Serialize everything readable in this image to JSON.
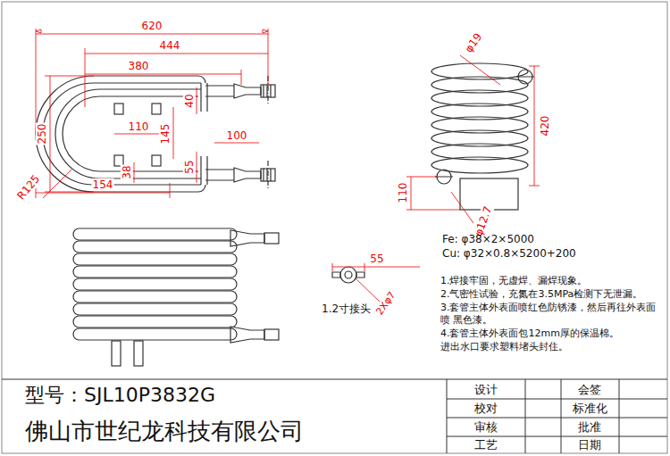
{
  "diagram": {
    "labels": [
      "620",
      "444",
      "380",
      "250",
      "110",
      "145",
      "40",
      "100",
      "55",
      "38",
      "154",
      "R125",
      "φ19",
      "420",
      "110",
      "φ12.7",
      "Fe: φ38×2×5000",
      "Cu: φ32×0.8×5200+200",
      "55",
      "2Xφ7",
      "1.2寸接头",
      "1.焊接牢固，无虚焊、漏焊现象。",
      "2.气密性试验，充氮在3.5MPa检测下无泄漏。",
      "3.套管主体外表面喷红色防锈漆，然后再往外表面喷 黑色漆。",
      "4.套管主体外表面包12mm厚的保温棉。",
      "进出水口要求塑料堵头封住。",
      "型号：SJL10P3832G",
      "佛山市世纪龙科技有限公司",
      "设计",
      "会签",
      "校对",
      "标准化",
      "审核",
      "批准",
      "工艺",
      "日期"
    ]
  }
}
